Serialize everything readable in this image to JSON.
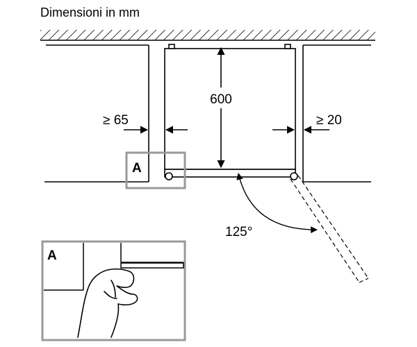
{
  "title": "Dimensioni in mm",
  "dimensions": {
    "depth": "600",
    "left_clearance": "≥ 65",
    "right_clearance": "≥ 20",
    "door_angle": "125°"
  },
  "detail_label": "A",
  "inset_label": "A",
  "colors": {
    "line": "#000000",
    "detail_frame": "#999999",
    "background": "#ffffff"
  }
}
